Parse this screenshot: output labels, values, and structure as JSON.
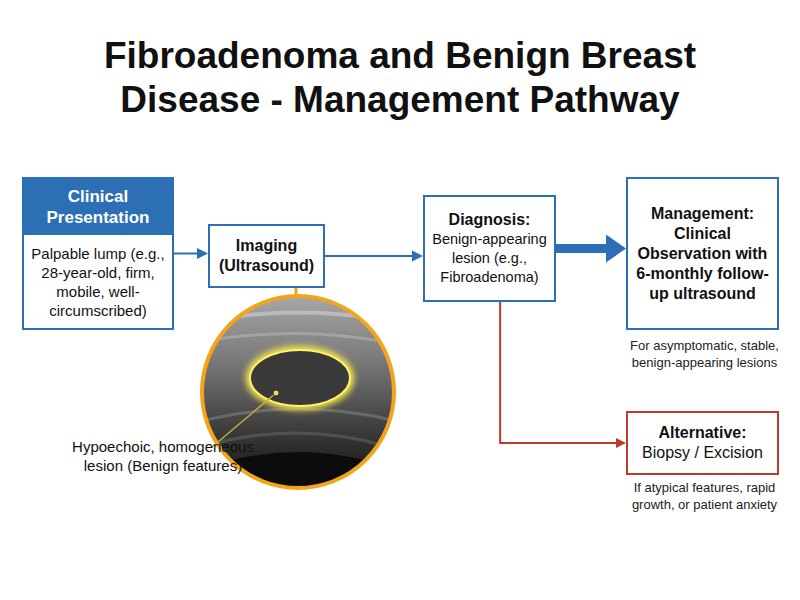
{
  "diagram": {
    "title": "Fibroadenoma and Benign Breast Disease - Management Pathway",
    "nodes": [
      {
        "text": [
          "Clinical Presentation",
          "Palpable lump (e.g., 28-year-old, firm, mobile, well-circumscribed)"
        ]
      },
      {
        "text": [
          "Imaging (Ultrasound)"
        ]
      },
      {
        "text": [
          "Diagnosis:",
          "Benign-appearing lesion (e.g., Fibroadenoma)"
        ]
      },
      {
        "text": [
          "Management: Clinical Observation with 6-monthly follow-up ultrasound",
          "For asymptomatic, stable, benign-appearing lesions"
        ]
      },
      {
        "text": [
          "Alternative:",
          "Biopsy / Excision",
          "If atypical features, rapid growth, or patient anxiety"
        ]
      }
    ],
    "edges": [
      {
        "from": 0,
        "to": 1,
        "arrow": "to"
      },
      {
        "from": 1,
        "to": 2,
        "arrow": "to"
      },
      {
        "from": 2,
        "to": 3,
        "arrow": "to"
      },
      {
        "from": 2,
        "to": 4,
        "arrow": "to"
      }
    ],
    "labels": [
      "Hypoechoic, homogeneous lesion (Benign features)"
    ]
  }
}
